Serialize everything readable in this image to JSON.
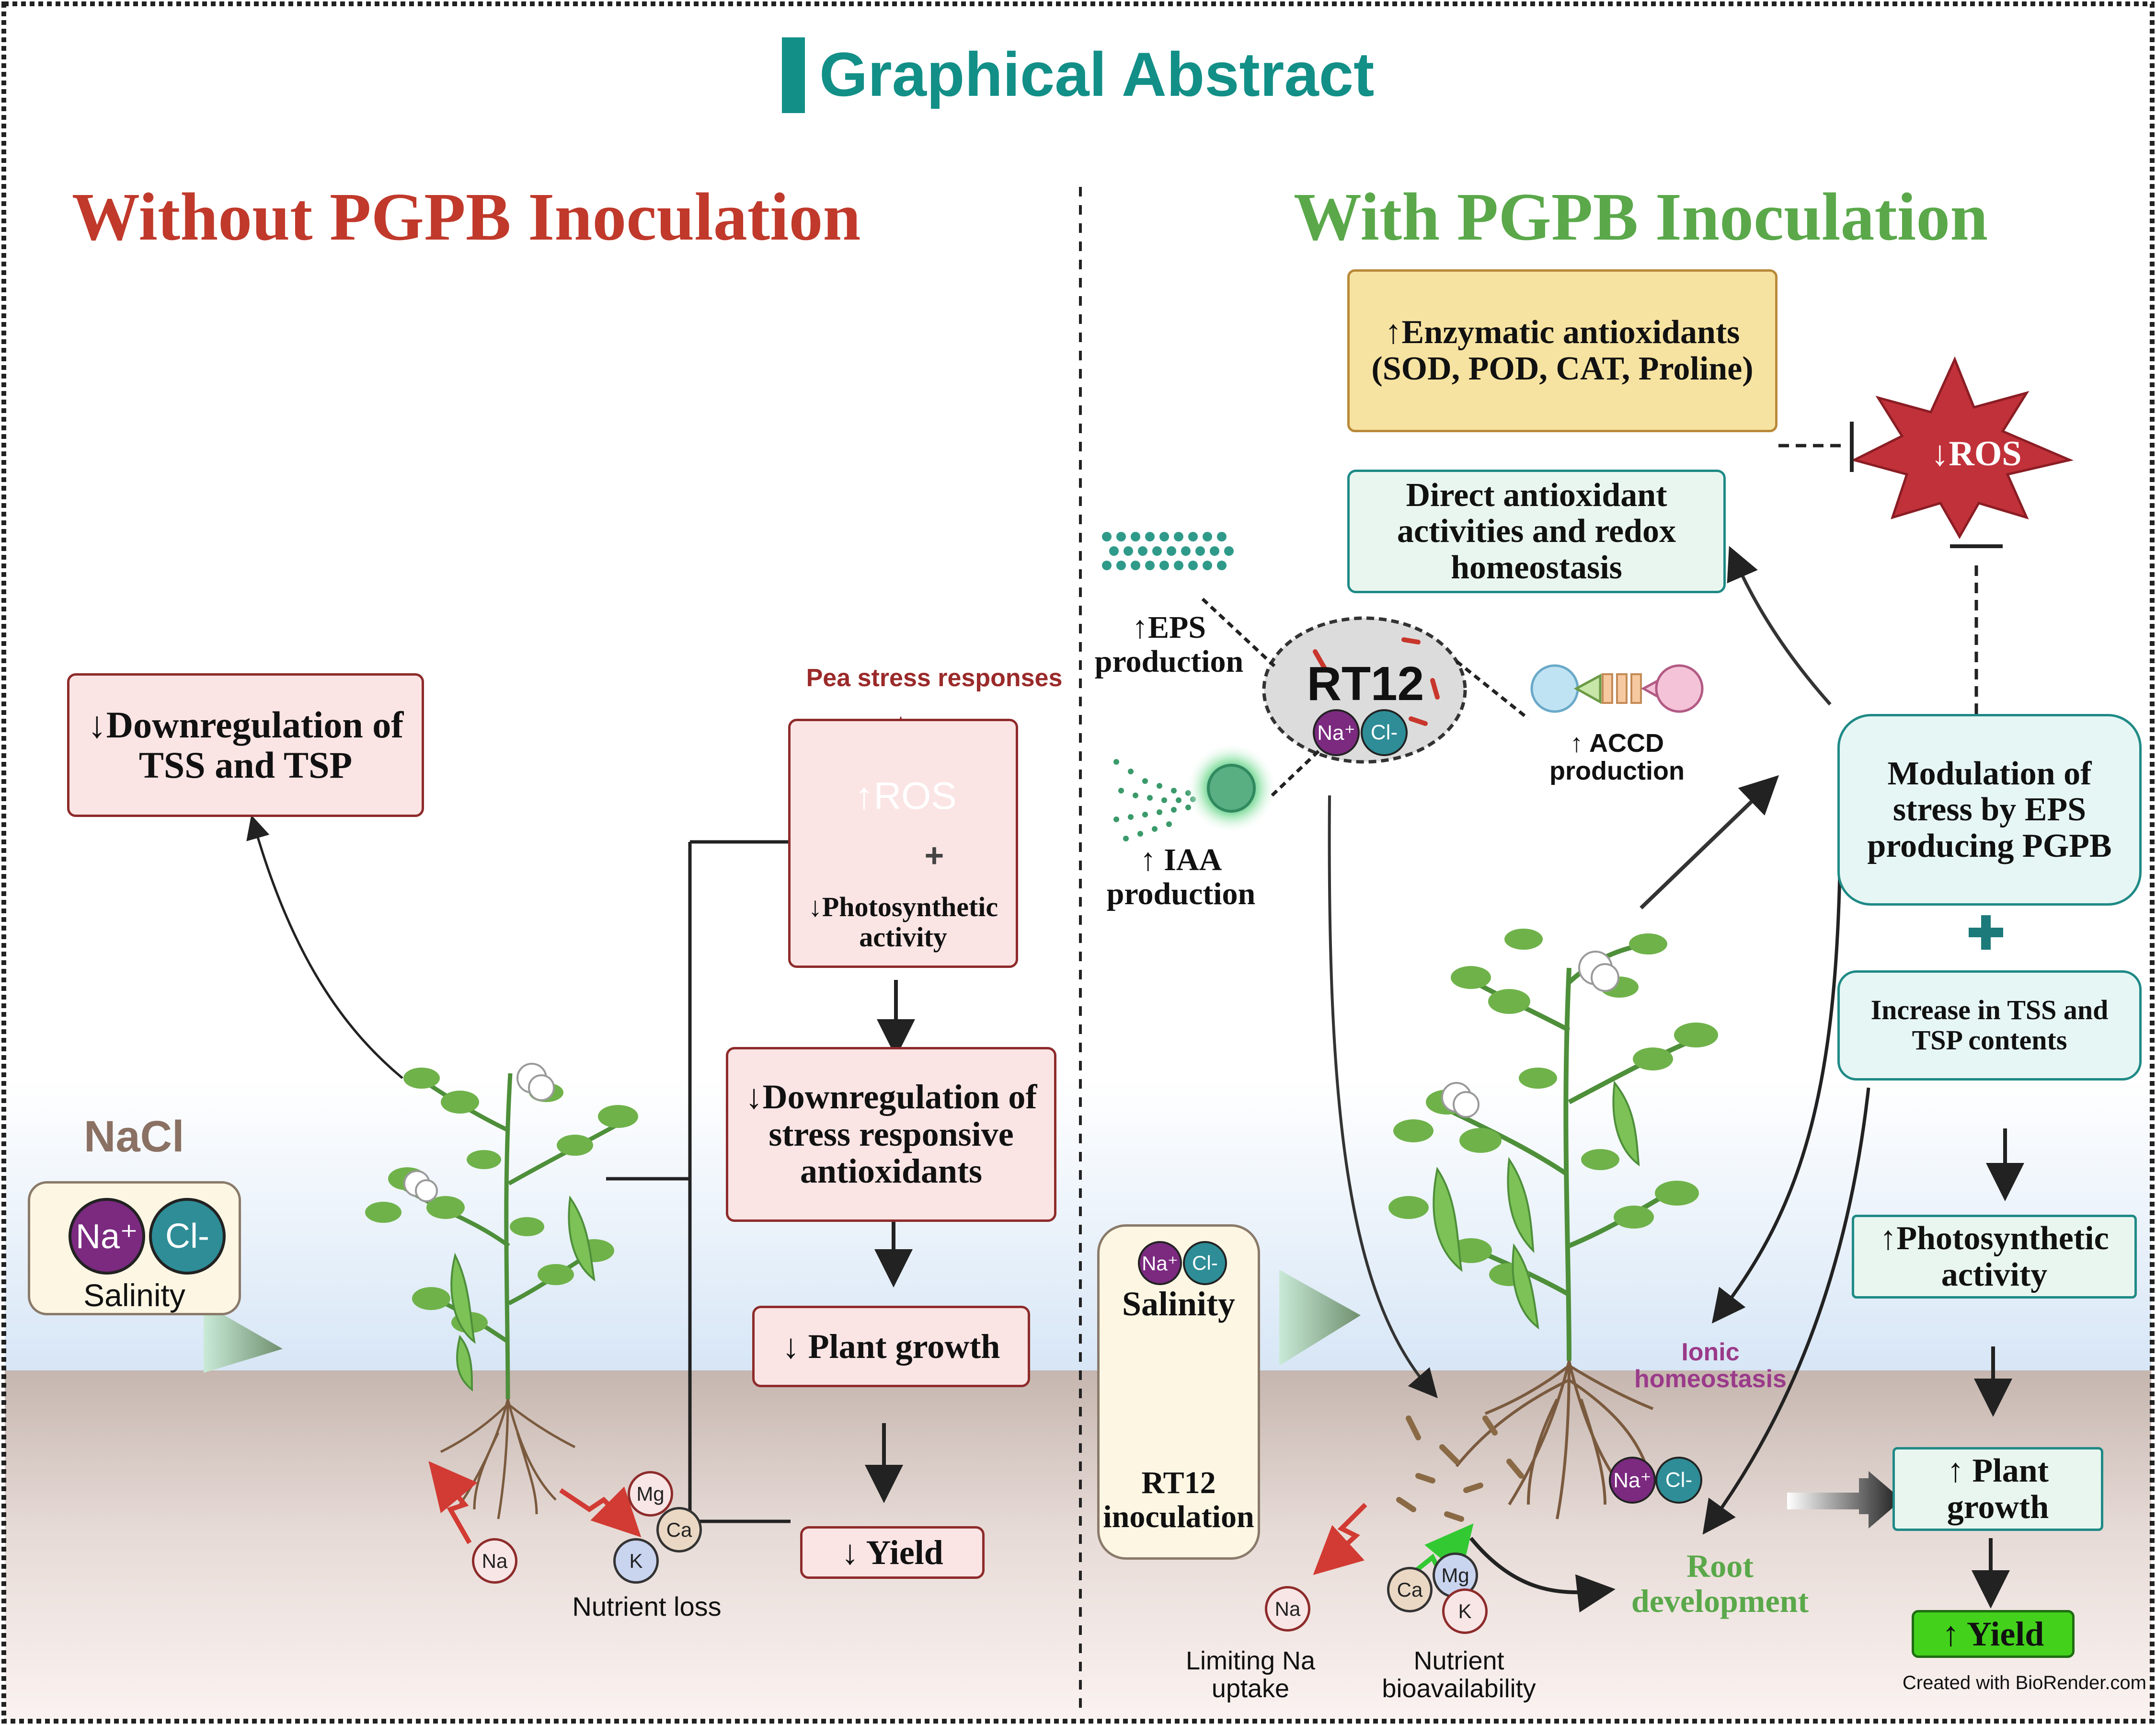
{
  "title": "Graphical Abstract",
  "left": {
    "heading": "Without PGPB Inoculation",
    "downreg_tss_tsp": "↓Downregulation of TSS and TSP",
    "nacl_label": "NaCl",
    "na_ion": "Na⁺",
    "cl_ion": "Cl-",
    "salinity_label": "Salinity",
    "pea_stress_label": "Pea stress responses",
    "ros_label": "↑ROS",
    "plus": "+",
    "photosynthetic": "↓Photosynthetic activity",
    "downreg_antiox": "↓Downregulation of stress responsive antioxidants",
    "plant_growth": "↓ Plant growth",
    "yield": "↓ Yield",
    "ion_mg": "Mg",
    "ion_ca": "Ca",
    "ion_k": "K",
    "ion_na": "Na",
    "nutrient_loss": "Nutrient loss"
  },
  "right": {
    "heading": "With PGPB Inoculation",
    "enzymatic": "↑Enzymatic antioxidants (SOD, POD, CAT, Proline)",
    "ros_label": "↓ROS",
    "direct_antiox": "Direct antioxidant activities and redox homeostasis",
    "eps": "↑EPS production",
    "rt12": "RT12",
    "na_ion": "Na⁺",
    "cl_ion": "Cl-",
    "accd": "↑ ACCD production",
    "iaa": "↑ IAA production",
    "modulation": "Modulation of stress by EPS producing PGPB",
    "plus": "+",
    "increase_tss": "Increase in TSS and TSP contents",
    "photosynthetic": "↑Photosynthetic activity",
    "plant_growth": "↑ Plant growth",
    "yield": "↑ Yield",
    "salinity_label": "Salinity",
    "rt12_inoculation": "RT12 inoculation",
    "ionic": "Ionic homeostasis",
    "ion_na": "Na",
    "ion_ca": "Ca",
    "ion_mg": "Mg",
    "ion_k": "K",
    "limiting_na": "Limiting Na uptake",
    "nutrient_bio": "Nutrient bioavailability",
    "root_dev": "Root development"
  },
  "credit": "Created with BioRender.com",
  "colors": {
    "title_teal": "#128f87",
    "left_red": "#c0392b",
    "right_green": "#5aa84a",
    "dark_red": "#8e2b2b",
    "teal": "#1f8a86",
    "purple": "#7b2a80",
    "ion_teal": "#2e8d97",
    "yield_green": "#43d11c",
    "yellow": "#f7e3a1",
    "star_red": "#c1313a",
    "soil": "#c9bcb6"
  }
}
